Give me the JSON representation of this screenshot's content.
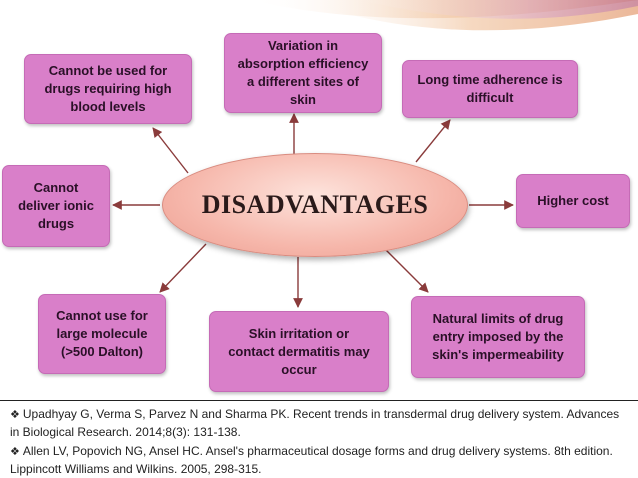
{
  "center": {
    "label": "DISADVANTAGES"
  },
  "nodes": {
    "blood_levels": "Cannot be used for\ndrugs requiring high\nblood levels",
    "absorption": "Variation in\nabsorption efficiency\na different sites of\nskin",
    "adherence": "Long time adherence is\ndifficult",
    "ionic": "Cannot\ndeliver ionic\ndrugs",
    "cost": "Higher cost",
    "large_molecule": "Cannot use for\nlarge molecule\n(>500 Dalton)",
    "irritation": "Skin irritation or\ncontact dermatitis may\noccur",
    "limits": "Natural limits of drug\nentry imposed by the\nskin's impermeability"
  },
  "references": [
    "Upadhyay G, Verma S, Parvez N and Sharma PK.  Recent  trends in transdermal drug delivery system. Advances in Biological Research. 2014;8(3): 131-138.",
    "Allen LV, Popovich NG, Ansel  HC. Ansel's  pharmaceutical dosage forms and drug delivery systems. 8th edition. Lippincott Williams and Wilkins. 2005, 298-315."
  ],
  "colors": {
    "node_fill": "#d97fc9",
    "center_fill": "#f6b7ab",
    "arrow": "#8a3b3b",
    "top_swoosh": "#e8b48c"
  },
  "icons": {
    "bullet": "diamond-bullet-icon"
  }
}
